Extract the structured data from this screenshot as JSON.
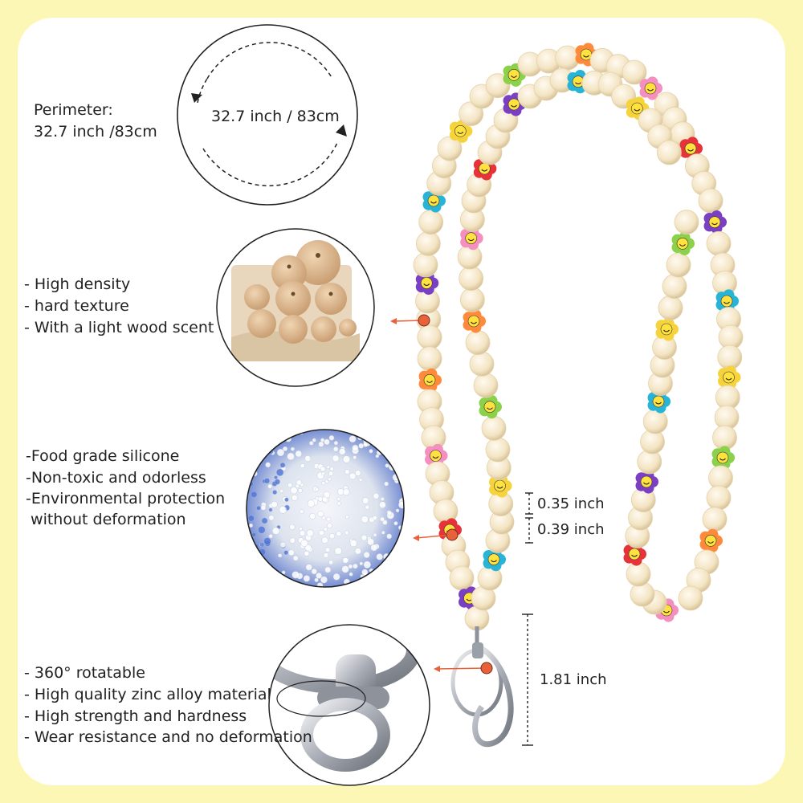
{
  "perimeter": {
    "label": "Perimeter:",
    "value": "32.7 inch /83cm",
    "circle_value": "32.7 inch / 83cm"
  },
  "wood": {
    "lines": [
      "- High density",
      "- hard texture",
      "- With a light wood scent"
    ]
  },
  "silicone": {
    "lines": [
      "-Food grade silicone",
      "-Non-toxic and odorless",
      "-Environmental protection",
      " without deformation"
    ]
  },
  "clasp": {
    "lines": [
      "- 360°  rotatable",
      "- High quality zinc alloy material",
      "- High strength and hardness",
      "- Wear resistance and no deformation"
    ]
  },
  "dimensions": {
    "bead_small": "0.35 inch",
    "bead_large": "0.39 inch",
    "clasp_length": "1.81 inch"
  },
  "colors": {
    "background": "#fdf7b6",
    "panel": "#ffffff",
    "wood_bead": "#f4e6c6",
    "pointer": "#e8613a",
    "metal": "#b8bcc4"
  }
}
